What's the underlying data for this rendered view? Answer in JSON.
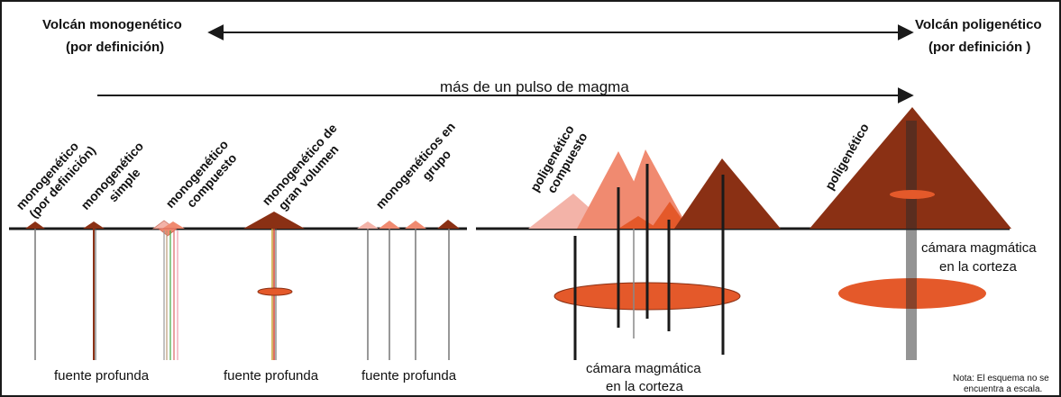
{
  "header": {
    "left_title_line1": "Volcán monogenético",
    "left_title_line2": "(por definición)",
    "right_title_line1": "Volcán poligenético",
    "right_title_line2": "(por definición )",
    "pulse_label": "más de un pulso de magma"
  },
  "volcano_labels": {
    "mono_def_line1": "monogenético",
    "mono_def_line2": "(por definición)",
    "mono_simple_line1": "monogenético",
    "mono_simple_line2": "simple",
    "mono_comp_line1": "monogenético",
    "mono_comp_line2": "compuesto",
    "mono_gran_line1": "monogenético de",
    "mono_gran_line2": "gran volumen",
    "mono_grupo_line1": "monogenéticos en",
    "mono_grupo_line2": "grupo",
    "poli_comp_line1": "poligenético",
    "poli_comp_line2": "compuesto",
    "poli": "poligenético"
  },
  "bottom_labels": {
    "fuente1": "fuente profunda",
    "fuente2": "fuente profunda",
    "fuente3": "fuente profunda",
    "camara_bottom_line1": "cámara magmática",
    "camara_bottom_line2": "en la corteza",
    "camara_right_line1": "cámara magmática",
    "camara_right_line2": "en la corteza"
  },
  "note": {
    "line1": "Nota: El esquema no se",
    "line2": "encuentra a escala."
  },
  "colors": {
    "dark_brown": "#8a3014",
    "medium_salmon": "#f08a70",
    "light_pink": "#f3b3a8",
    "orange_chamber": "#e4592a",
    "line": "#1a1a1a"
  }
}
